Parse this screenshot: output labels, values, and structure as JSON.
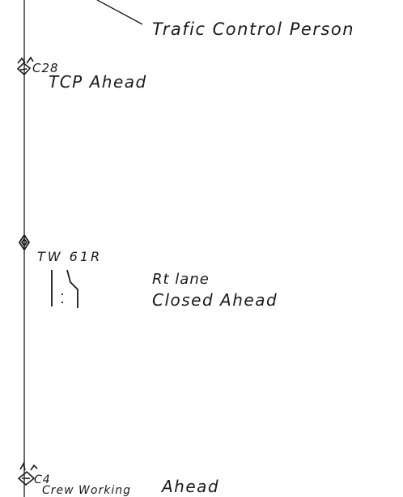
{
  "annotations": {
    "traffic_control_person": "Trafic Control Person"
  },
  "signs": [
    {
      "code": "C28",
      "text": "TCP Ahead",
      "icon": "flagger-sign-icon"
    },
    {
      "code": "TW 61R",
      "text_line1": "Rt lane",
      "text_line2": "Closed Ahead",
      "icon": "diamond-sign-icon"
    },
    {
      "code": "C4",
      "text_line1": "Crew Working",
      "text_line2": "Ahead",
      "icon": "worker-sign-icon"
    }
  ],
  "symbols": {
    "lane_closure": "lane-closure-taper-icon"
  },
  "colors": {
    "ink": "#1a1a1a",
    "paper": "#ffffff"
  }
}
